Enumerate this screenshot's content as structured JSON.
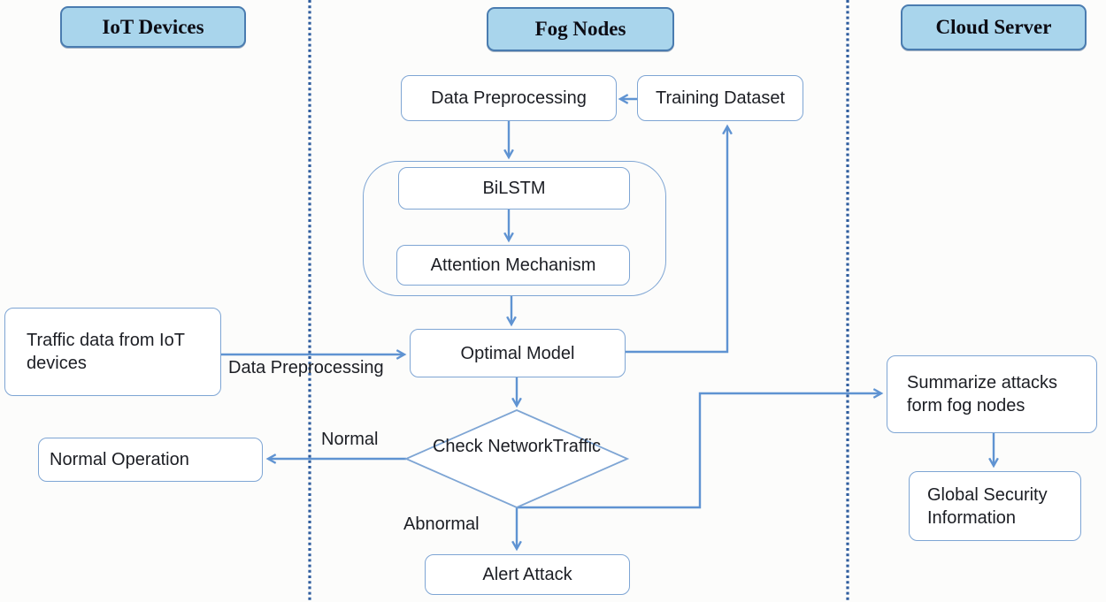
{
  "diagram": {
    "headers": {
      "iot": "IoT Devices",
      "fog": "Fog Nodes",
      "cloud": "Cloud Server"
    },
    "nodes": {
      "data_preprocessing": "Data Preprocessing",
      "training_dataset": "Training Dataset",
      "bilstm": "BiLSTM",
      "attention_mechanism": "Attention Mechanism",
      "optimal_model": "Optimal Model",
      "traffic_data": "Traffic data from IoT devices",
      "check_network_traffic": "Check NetworkTraffic",
      "normal_operation": "Normal Operation",
      "alert_attack": "Alert Attack",
      "summarize_attacks": "Summarize attacks form fog nodes",
      "global_security": "Global Security Information"
    },
    "edge_labels": {
      "preprocessing": "Data Preprocessing",
      "normal": "Normal",
      "abnormal": "Abnormal"
    },
    "colors": {
      "header_fill": "#a9d5ec",
      "header_border": "#4a7cb0",
      "box_border": "#7ea5d4",
      "arrow": "#5f93d2",
      "divider": "#2f5d9e",
      "text": "#1c1e24"
    }
  }
}
